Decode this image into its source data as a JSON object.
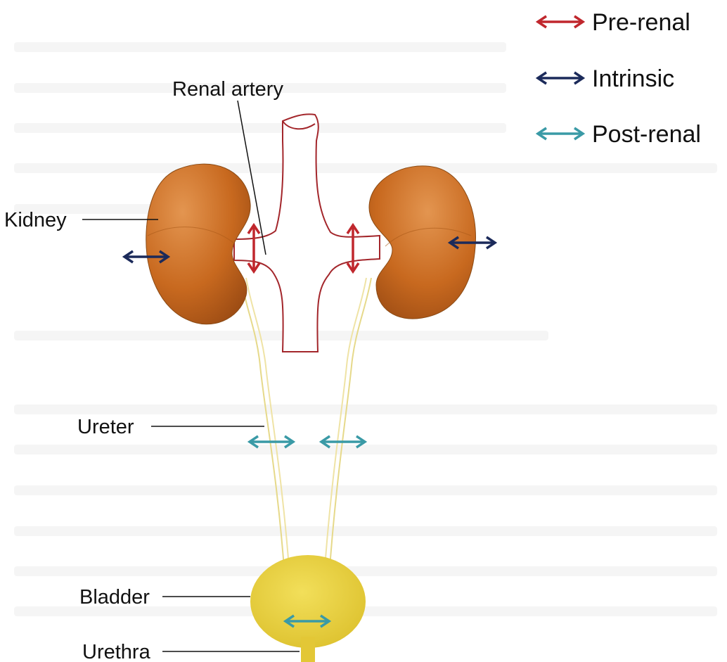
{
  "legend": [
    {
      "label": "Pre-renal",
      "color": "#c0272d"
    },
    {
      "label": "Intrinsic",
      "color": "#1b2a5a"
    },
    {
      "label": "Post-renal",
      "color": "#3a9aa6"
    }
  ],
  "labels": {
    "renal_artery": "Renal artery",
    "kidney": "Kidney",
    "ureter": "Ureter",
    "bladder": "Bladder",
    "urethra": "Urethra"
  },
  "colors": {
    "kidney_fill": "#c66a22",
    "kidney_light": "#dc8a45",
    "vessel_stroke": "#a3262b",
    "ureter_stroke": "#e6d98a",
    "bladder_fill": "#e8cf3c",
    "background_text": "#cfcfcf"
  },
  "icons": {
    "arrow": "double-headed-arrow-icon"
  }
}
